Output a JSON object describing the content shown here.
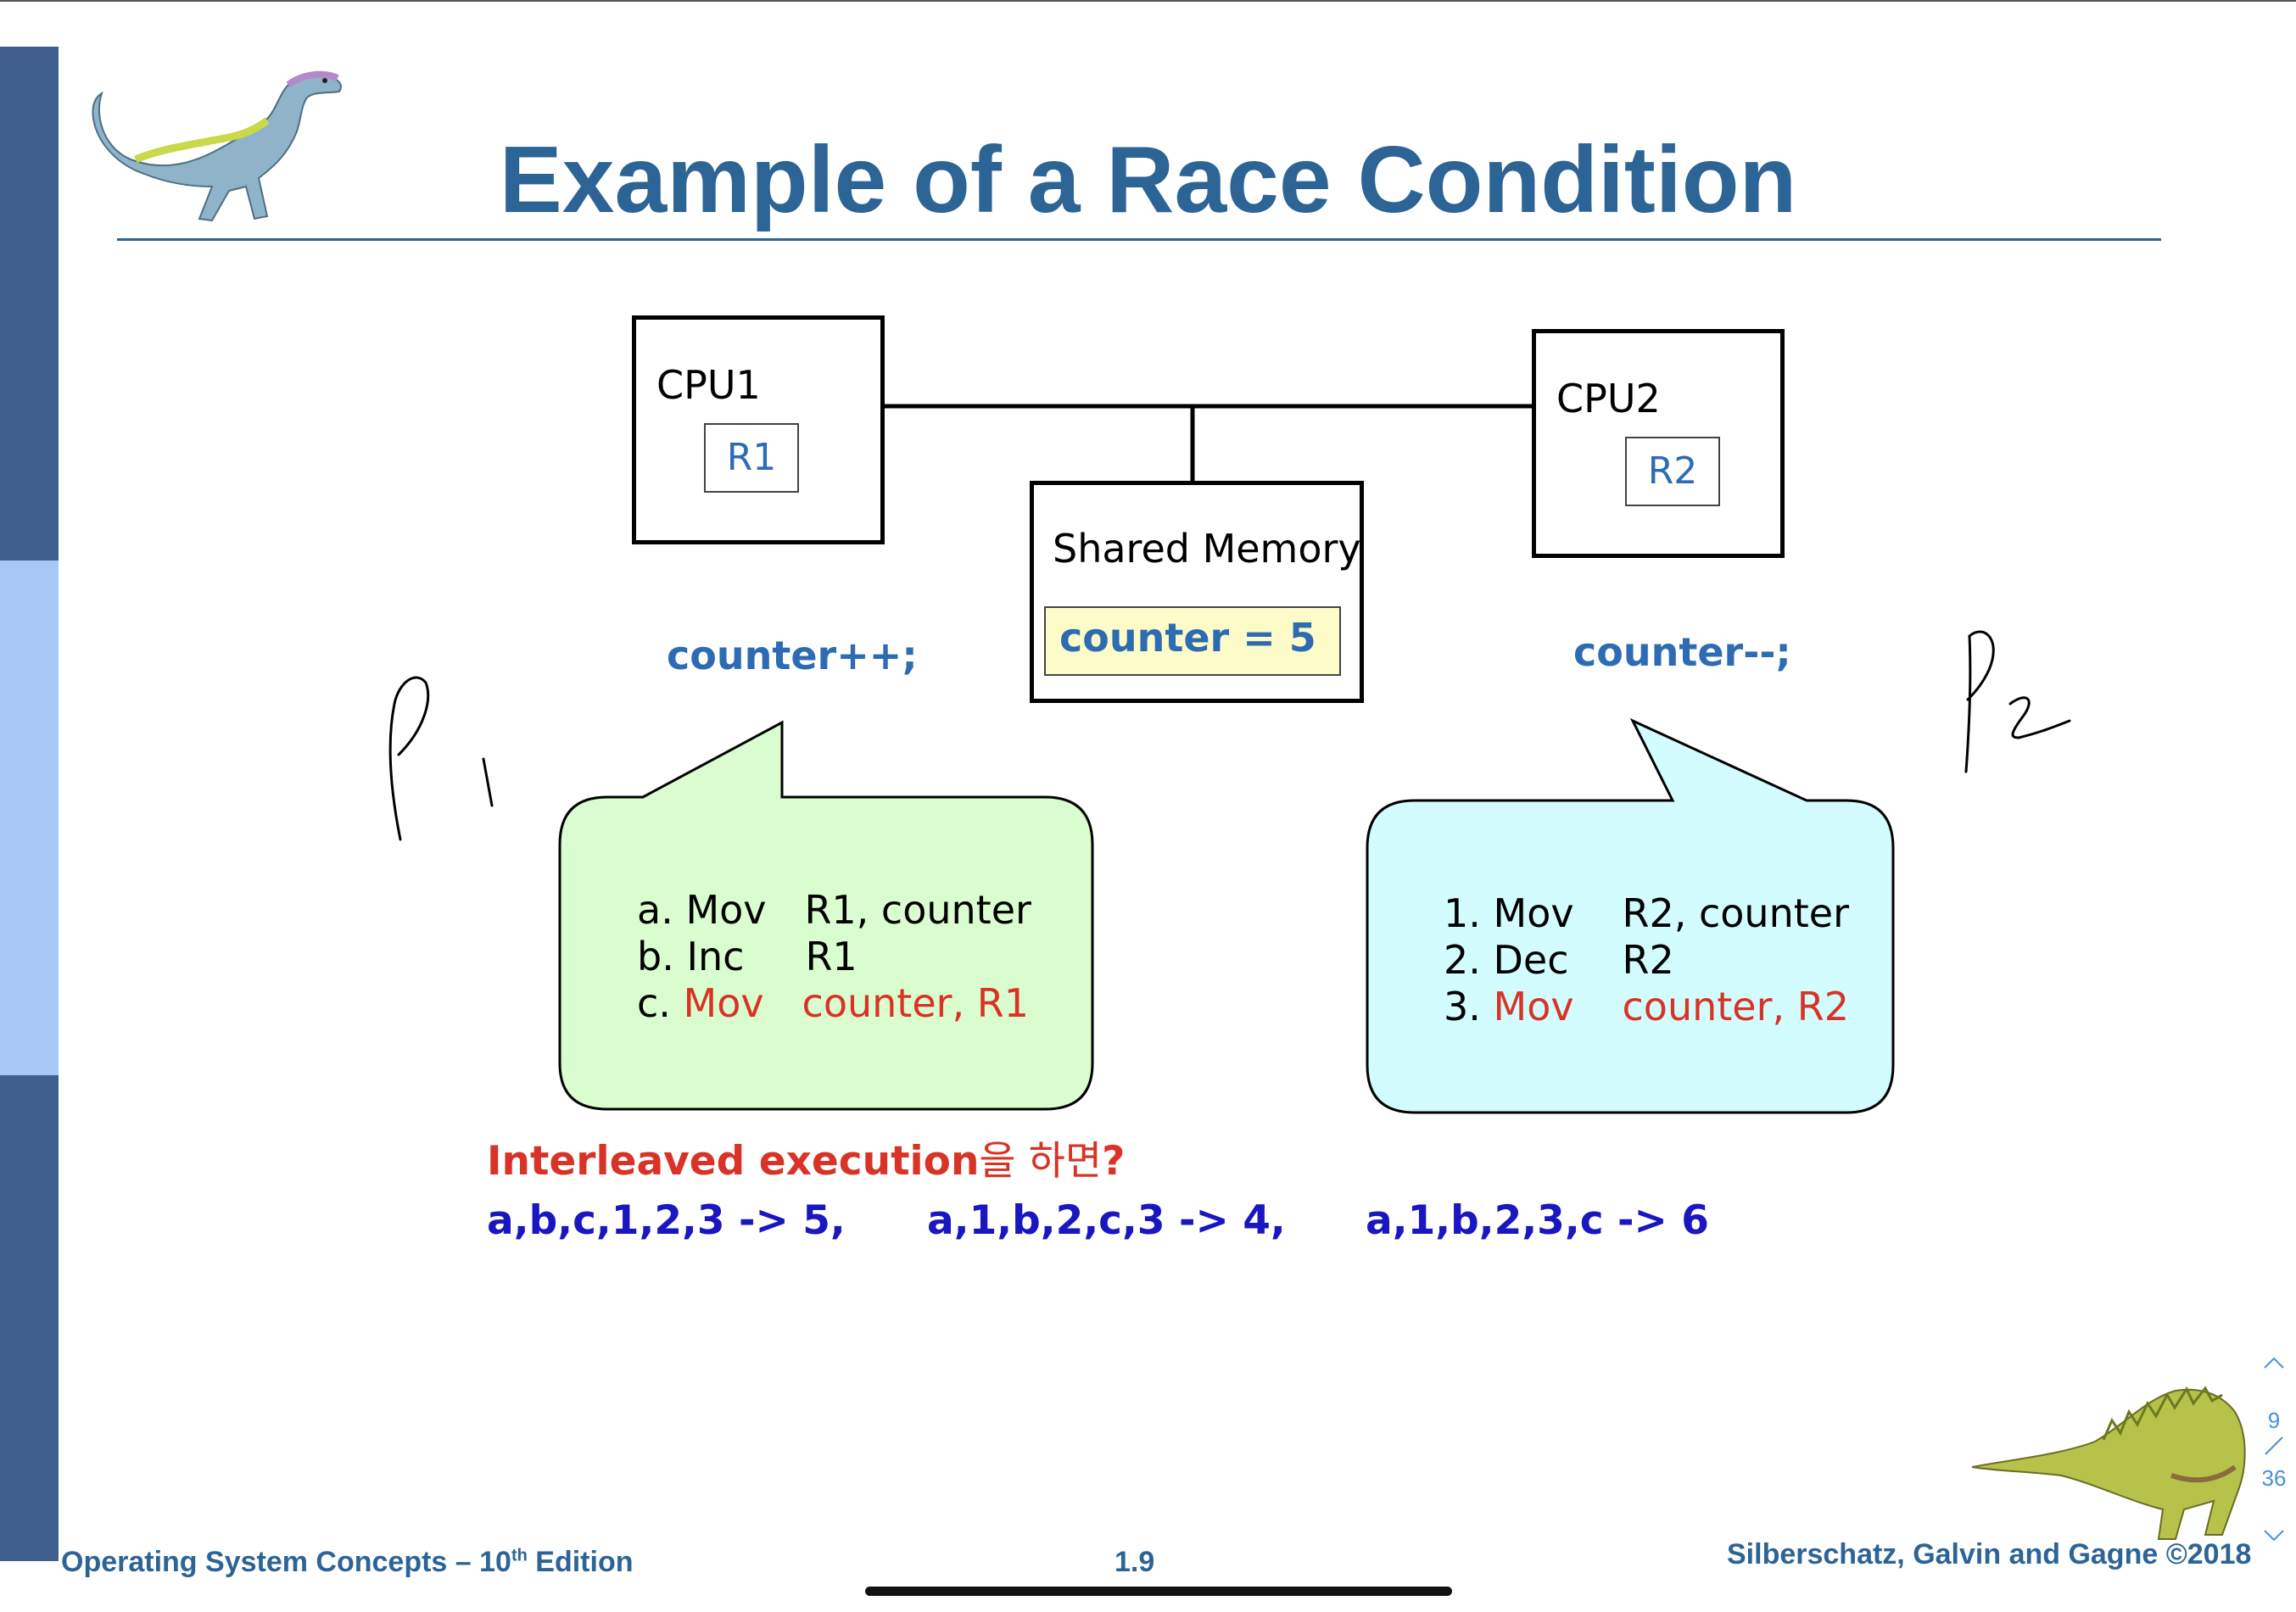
{
  "slide": {
    "title": "Example of a Race Condition",
    "cpu1": {
      "label": "CPU1",
      "register": "R1"
    },
    "cpu2": {
      "label": "CPU2",
      "register": "R2"
    },
    "memory": {
      "label": "Shared Memory",
      "counter": "counter = 5"
    },
    "code_left": "counter++;",
    "code_right": "counter--;",
    "bubble_left": {
      "fill": "#d9fdce",
      "lines": [
        {
          "prefix": "a. ",
          "op": "Mov",
          "args": "R1, counter",
          "highlight": false
        },
        {
          "prefix": "b. ",
          "op": "Inc",
          "args": "R1",
          "highlight": false
        },
        {
          "prefix": "c. ",
          "op": "Mov",
          "args": "counter, R1",
          "highlight": true
        }
      ]
    },
    "bubble_right": {
      "fill": "#d2fcfd",
      "lines": [
        {
          "prefix": "1. ",
          "op": "Mov",
          "args": "R2, counter",
          "highlight": false
        },
        {
          "prefix": "2. ",
          "op": "Dec",
          "args": "R2",
          "highlight": false
        },
        {
          "prefix": "3. ",
          "op": "Mov",
          "args": "counter, R2",
          "highlight": true
        }
      ]
    },
    "interleaved": {
      "text_en": "Interleaved execution",
      "text_kr": "을 하면",
      "mark": "?"
    },
    "sequences": [
      "a,b,c,1,2,3 -> 5,",
      "a,1,b,2,c,3 -> 4,",
      "a,1,b,2,3,c -> 6"
    ],
    "annotations": [
      "P1",
      "P2"
    ]
  },
  "footer": {
    "left_prefix": "Operating System Concepts – 10",
    "left_sup": "th",
    "left_suffix": " Edition",
    "center": "1.9",
    "right": "Silberschatz, Galvin and Gagne ©2018"
  },
  "pager": {
    "current": "9",
    "total": "36",
    "up_icon": "chevron-up-icon",
    "down_icon": "chevron-down-icon"
  },
  "colors": {
    "title": "#2d6496",
    "accent_blue": "#2d6cb2",
    "red": "#d93226",
    "sequence": "#1a16c0",
    "highlight_box": "#fdfcc8"
  }
}
